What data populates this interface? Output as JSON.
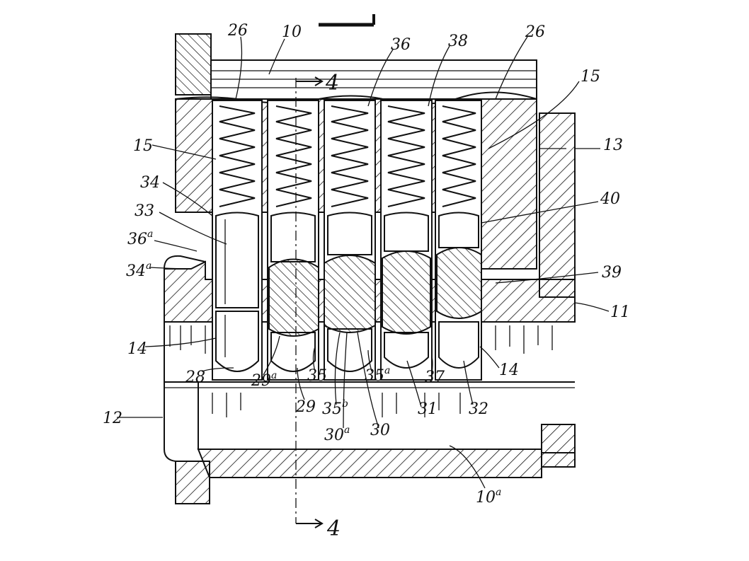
{
  "figure": {
    "labels": [
      {
        "id": "l10",
        "text": "10"
      },
      {
        "id": "l26a",
        "text": "26"
      },
      {
        "id": "l26b",
        "text": "26"
      },
      {
        "id": "l36",
        "text": "36"
      },
      {
        "id": "l38",
        "text": "38"
      },
      {
        "id": "l15a",
        "text": "15"
      },
      {
        "id": "l15b",
        "text": "15"
      },
      {
        "id": "l13",
        "text": "13"
      },
      {
        "id": "l34",
        "text": "34"
      },
      {
        "id": "l40",
        "text": "40"
      },
      {
        "id": "l33",
        "text": "33"
      },
      {
        "id": "l36a",
        "text": "36",
        "sup": "a"
      },
      {
        "id": "l34a",
        "text": "34",
        "sup": "a"
      },
      {
        "id": "l39",
        "text": "39"
      },
      {
        "id": "l11",
        "text": "11"
      },
      {
        "id": "l14a",
        "text": "14"
      },
      {
        "id": "l14b",
        "text": "14"
      },
      {
        "id": "l28",
        "text": "28"
      },
      {
        "id": "l29a",
        "text": "29",
        "sup": "a"
      },
      {
        "id": "l35",
        "text": "35"
      },
      {
        "id": "l35a",
        "text": "35",
        "sup": "a"
      },
      {
        "id": "l37",
        "text": "37"
      },
      {
        "id": "l29",
        "text": "29"
      },
      {
        "id": "l35b",
        "text": "35",
        "sup": "b"
      },
      {
        "id": "l31",
        "text": "31"
      },
      {
        "id": "l32",
        "text": "32"
      },
      {
        "id": "l12",
        "text": "12"
      },
      {
        "id": "l30a",
        "text": "30",
        "sup": "a"
      },
      {
        "id": "l30",
        "text": "30"
      },
      {
        "id": "l10a",
        "text": "10",
        "sup": "a"
      }
    ],
    "section_marks": [
      {
        "id": "s4top",
        "text": "4"
      },
      {
        "id": "s4bot",
        "text": "4"
      }
    ]
  }
}
